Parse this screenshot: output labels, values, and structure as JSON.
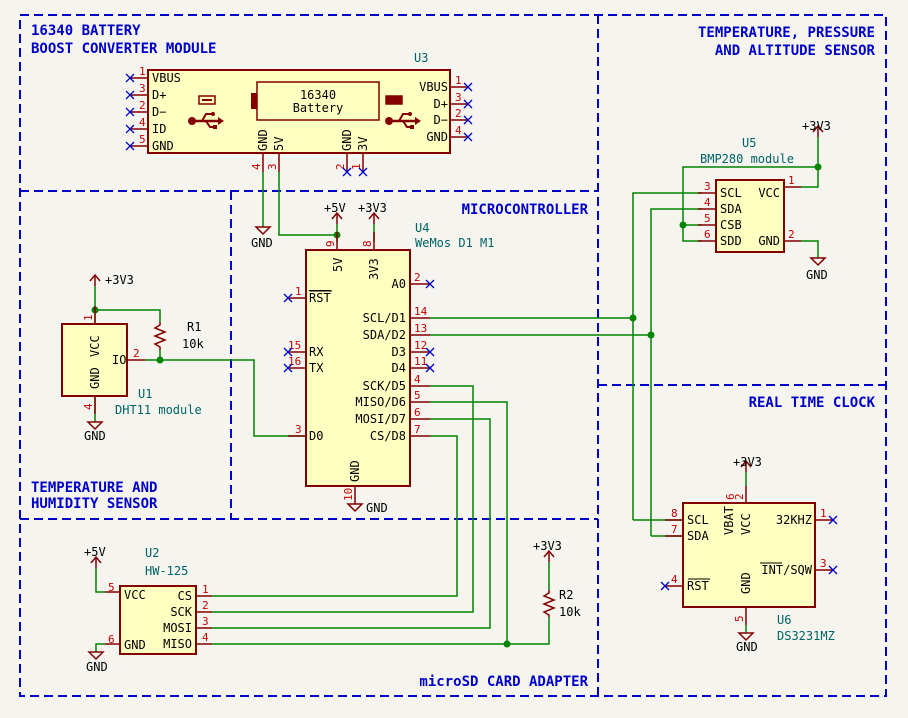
{
  "sections": {
    "battery_line1": "16340 BATTERY",
    "battery_line2": "BOOST CONVERTER MODULE",
    "temp_press_line1": "TEMPERATURE, PRESSURE",
    "temp_press_line2": "AND ALTITUDE SENSOR",
    "microcontroller": "MICROCONTROLLER",
    "rtc": "REAL TIME CLOCK",
    "temp_hum_line1": "TEMPERATURE AND",
    "temp_hum_line2": "HUMIDITY SENSOR",
    "microsd": "microSD CARD ADAPTER"
  },
  "power": {
    "p5v": "+5V",
    "p3v3": "+3V3",
    "gnd": "GND"
  },
  "u3": {
    "ref": "U3",
    "battery_line1": "16340",
    "battery_line2": "Battery",
    "left_pins": [
      {
        "name": "VBUS",
        "num": "1"
      },
      {
        "name": "D+",
        "num": "3"
      },
      {
        "name": "D−",
        "num": "2"
      },
      {
        "name": "ID",
        "num": "4"
      },
      {
        "name": "GND",
        "num": "5"
      }
    ],
    "right_pins": [
      {
        "name": "VBUS",
        "num": "1"
      },
      {
        "name": "D+",
        "num": "3"
      },
      {
        "name": "D−",
        "num": "2"
      },
      {
        "name": "GND",
        "num": "4"
      }
    ],
    "bottom_pins": [
      {
        "name": "GND",
        "num": "4"
      },
      {
        "name": "5V",
        "num": "3"
      },
      {
        "name": "GND",
        "num": "2"
      },
      {
        "name": "3V",
        "num": "1"
      }
    ]
  },
  "u4": {
    "ref": "U4",
    "value": "WeMos D1 M1",
    "top_pins": [
      {
        "name": "5V",
        "num": "9"
      },
      {
        "name": "3V3",
        "num": "8"
      }
    ],
    "left_pins": [
      {
        "name": "RST",
        "num": "1"
      },
      {
        "name": "RX",
        "num": "15"
      },
      {
        "name": "TX",
        "num": "16"
      },
      {
        "name": "D0",
        "num": "3"
      }
    ],
    "right_pins": [
      {
        "name": "A0",
        "num": "2"
      },
      {
        "name": "SCL/D1",
        "num": "14"
      },
      {
        "name": "SDA/D2",
        "num": "13"
      },
      {
        "name": "D3",
        "num": "12"
      },
      {
        "name": "D4",
        "num": "11"
      },
      {
        "name": "SCK/D5",
        "num": "4"
      },
      {
        "name": "MISO/D6",
        "num": "5"
      },
      {
        "name": "MOSI/D7",
        "num": "6"
      },
      {
        "name": "CS/D8",
        "num": "7"
      }
    ],
    "bottom_pin": {
      "name": "GND",
      "num": "10"
    }
  },
  "u5": {
    "ref": "U5",
    "value": "BMP280 module",
    "left_pins": [
      {
        "name": "SCL",
        "num": "3"
      },
      {
        "name": "SDA",
        "num": "4"
      },
      {
        "name": "CSB",
        "num": "5"
      },
      {
        "name": "SDD",
        "num": "6"
      }
    ],
    "right_pins": [
      {
        "name": "VCC",
        "num": "1"
      },
      {
        "name": "GND",
        "num": "2"
      }
    ]
  },
  "u1": {
    "ref": "U1",
    "value": "DHT11 module",
    "pins": [
      {
        "name": "VCC",
        "num": "1"
      },
      {
        "name": "IO",
        "num": "2"
      },
      {
        "name": "GND",
        "num": "4"
      }
    ]
  },
  "r1": {
    "ref": "R1",
    "value": "10k"
  },
  "r2": {
    "ref": "R2",
    "value": "10k"
  },
  "u2": {
    "ref": "U2",
    "value": "HW-125",
    "left_pins": [
      {
        "name": "VCC",
        "num": "5"
      },
      {
        "name": "GND",
        "num": "6"
      }
    ],
    "right_pins": [
      {
        "name": "CS",
        "num": "1"
      },
      {
        "name": "SCK",
        "num": "2"
      },
      {
        "name": "MOSI",
        "num": "3"
      },
      {
        "name": "MISO",
        "num": "4"
      }
    ]
  },
  "u6": {
    "ref": "U6",
    "value": "DS3231MZ",
    "left_pins": [
      {
        "name": "SCL",
        "num": "8"
      },
      {
        "name": "SDA",
        "num": "7"
      },
      {
        "name": "RST",
        "num": "4"
      }
    ],
    "top_pins": [
      {
        "name": "VBAT",
        "num": "6"
      },
      {
        "name": "VCC",
        "num": "2"
      }
    ],
    "right_pins": [
      {
        "name": "32KHZ",
        "num": "1"
      },
      {
        "name": "INT/SQW",
        "num": "3"
      }
    ],
    "bottom_pin": {
      "name": "GND",
      "num": "5"
    }
  }
}
